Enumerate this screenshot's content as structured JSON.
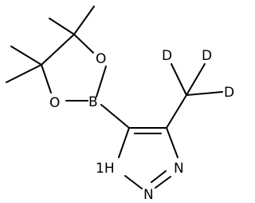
{
  "atoms": {
    "o_top": "O",
    "o_bottom": "O",
    "boron": "B",
    "deuterium_left": "D",
    "deuterium_right": "D",
    "deuterium_bottom": "D",
    "n_right": "N",
    "n_bottom": "N",
    "nh": "1H"
  },
  "colors": {
    "bonds": "#000000",
    "labels": "#000000",
    "background": "#ffffff"
  }
}
